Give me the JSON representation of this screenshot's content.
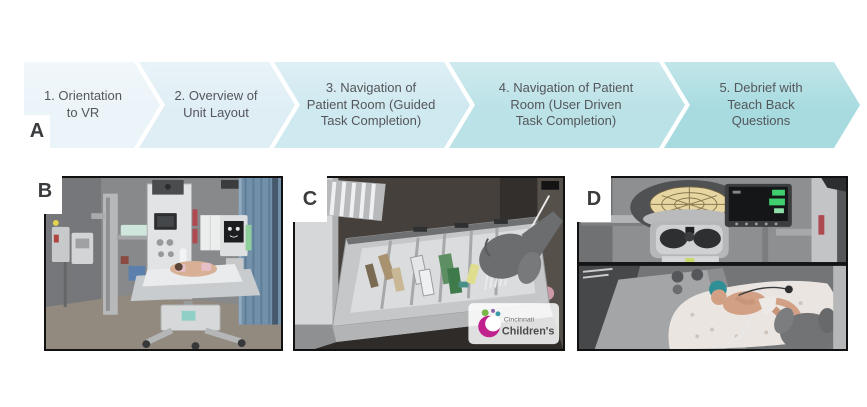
{
  "flow": {
    "text_color": "#54565a",
    "steps": [
      {
        "label": "1. Orientation\nto VR",
        "color": "#ebf4f9"
      },
      {
        "label": "2. Overview of\nUnit Layout",
        "color": "#dfeef5"
      },
      {
        "label": "3. Navigation of\nPatient Room (Guided\nTask Completion)",
        "color": "#cfe9f0"
      },
      {
        "label": "4. Navigation of Patient\nRoom (User Driven\nTask Completion)",
        "color": "#bbe2e7"
      },
      {
        "label": "5. Debrief with\nTeach Back\nQuestions",
        "color": "#a7dbe0"
      }
    ]
  },
  "panels": {
    "a": {
      "label": "A"
    },
    "b": {
      "label": "B",
      "scene": "vr-nicu-patient-room"
    },
    "c": {
      "label": "C",
      "scene": "vr-supply-drawer-with-hand",
      "watermark": {
        "line1": "Cincinnati",
        "line2": "Children's"
      }
    },
    "d": {
      "label": "D",
      "scene": "vr-radiant-warmer-and-infant"
    }
  }
}
